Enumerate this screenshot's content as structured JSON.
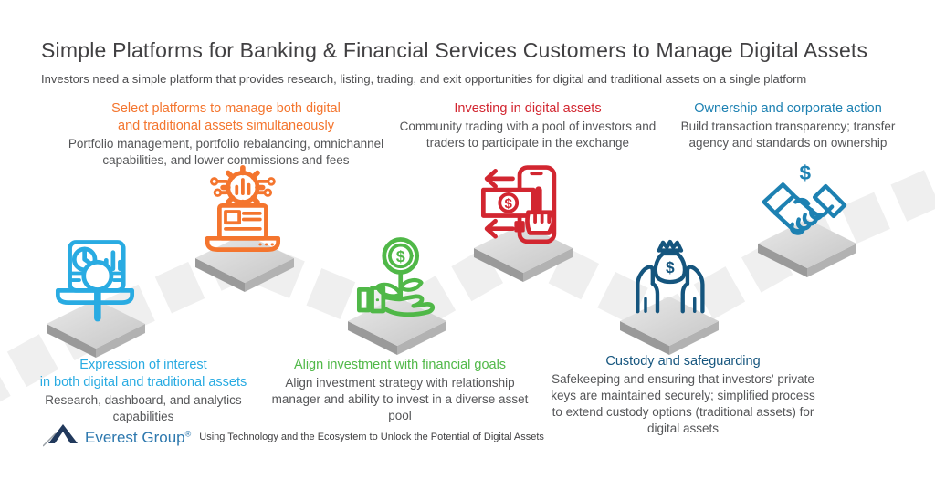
{
  "page": {
    "title": "Simple Platforms for Banking & Financial Services Customers to Manage Digital Assets",
    "subtitle": "Investors need a simple platform that provides research, listing, trading, and exit opportunities for digital and traditional assets on a single platform"
  },
  "steps": [
    {
      "id": "expression-of-interest",
      "position": "bottom",
      "color": "#29abe2",
      "icon": "laptop-analytics-icon",
      "title_lines": [
        "Expression of interest",
        "in both digital and traditional assets"
      ],
      "description": "Research, dashboard, and analytics capabilities"
    },
    {
      "id": "select-platforms",
      "position": "top",
      "color": "#f4752e",
      "icon": "laptop-gear-icon",
      "title_lines": [
        "Select platforms to manage both digital",
        "and traditional assets simultaneously"
      ],
      "description": "Portfolio management, portfolio rebalancing, omnichannel capabilities, and lower commissions and fees"
    },
    {
      "id": "align-investment",
      "position": "bottom",
      "color": "#50b848",
      "icon": "money-plant-hand-icon",
      "title_lines": [
        "Align investment with financial goals"
      ],
      "description": "Align investment strategy with relationship manager and ability to invest in a diverse asset pool"
    },
    {
      "id": "investing-in-digital-assets",
      "position": "top",
      "color": "#d22630",
      "icon": "mobile-money-transfer-icon",
      "title_lines": [
        "Investing in digital assets"
      ],
      "description": "Community trading with a pool of investors and traders to participate in the exchange"
    },
    {
      "id": "custody-and-safeguarding",
      "position": "bottom",
      "color": "#15557e",
      "icon": "hands-money-bag-icon",
      "title_lines": [
        "Custody and safeguarding"
      ],
      "description": "Safekeeping and ensuring that investors' private keys are maintained securely; simplified process to extend custody options (traditional assets) for digital assets"
    },
    {
      "id": "ownership-and-corporate-action",
      "position": "top",
      "color": "#1d81b2",
      "icon": "handshake-dollar-icon",
      "title_lines": [
        "Ownership and corporate action"
      ],
      "description": "Build transaction transparency; transfer agency and standards on ownership"
    }
  ],
  "footer": {
    "logo_text": "Everest Group",
    "registered_mark": "®",
    "tagline": "Using Technology and the Ecosystem to Unlock the Potential of Digital Assets"
  },
  "palette": {
    "path_gray": "#efefef",
    "platform_top_gray": "#d8d8d8",
    "platform_side_gray": "#a2a2a2",
    "title_gray": "#414042",
    "body_gray": "#555658"
  }
}
